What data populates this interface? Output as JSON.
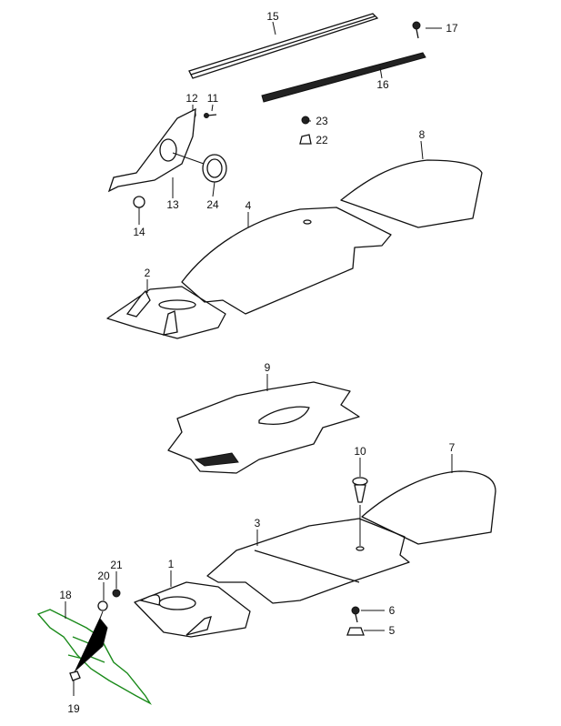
{
  "diagram": {
    "highlight_color": "#1a8a1a",
    "labels": {
      "p1": "1",
      "p2": "2",
      "p3": "3",
      "p4": "4",
      "p5": "5",
      "p6": "6",
      "p7": "7",
      "p8": "8",
      "p9": "9",
      "p10": "10",
      "p11": "11",
      "p12": "12",
      "p13": "13",
      "p14": "14",
      "p15": "15",
      "p16": "16",
      "p17": "17",
      "p18": "18",
      "p19": "19",
      "p20": "20",
      "p21": "21",
      "p22": "22",
      "p23": "23",
      "p24": "24"
    }
  }
}
